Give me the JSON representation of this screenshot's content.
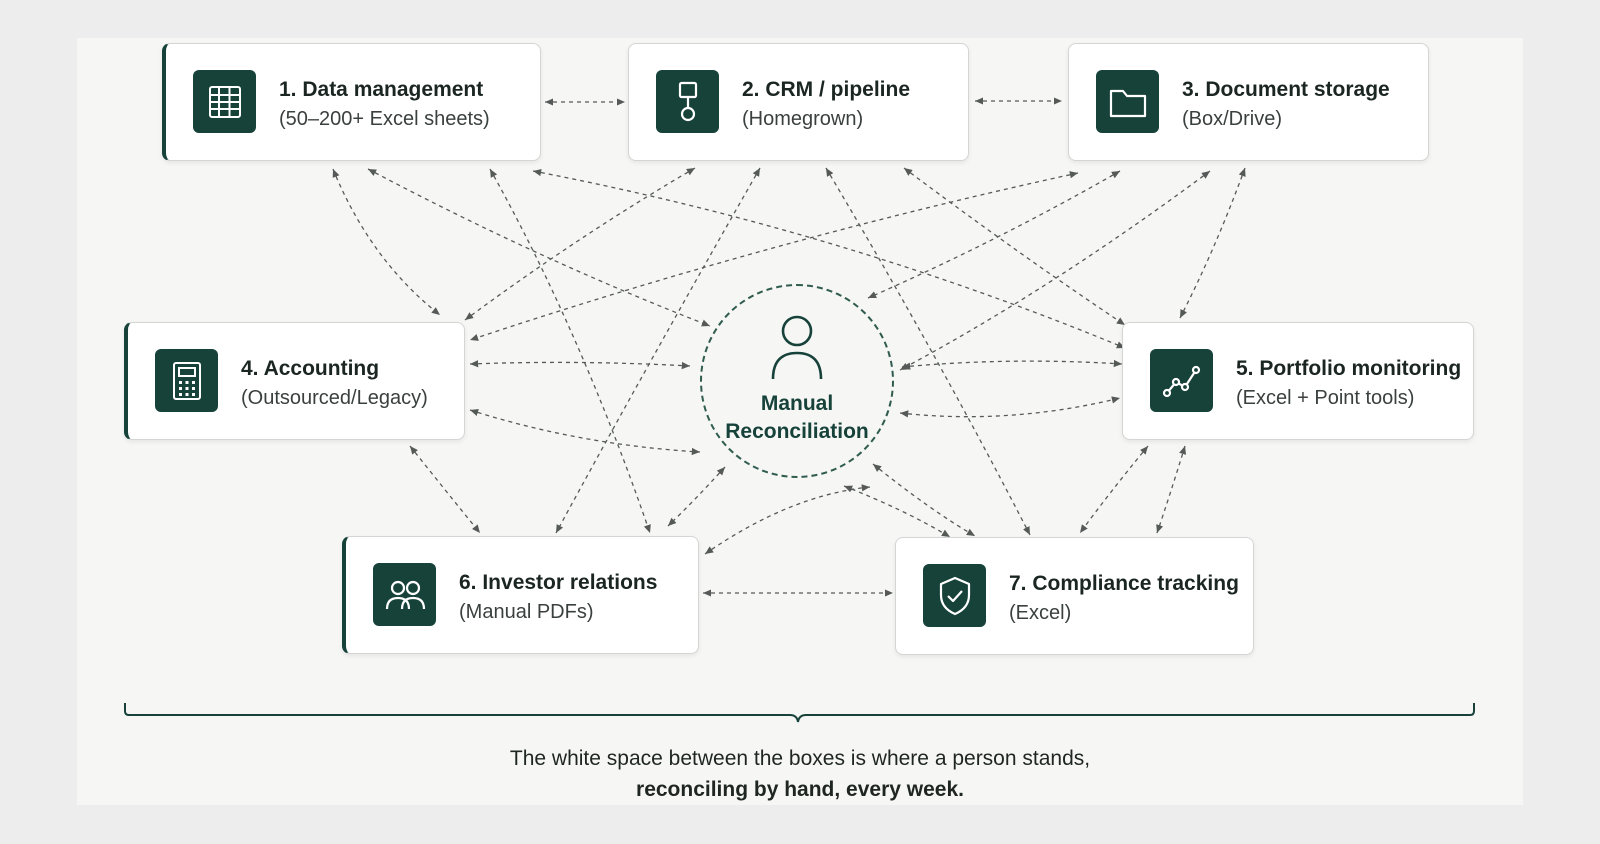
{
  "cards": [
    {
      "title": "1. Data management",
      "subtitle": "(50–200+ Excel sheets)",
      "icon": "spreadsheet-icon"
    },
    {
      "title": "2. CRM / pipeline",
      "subtitle": "(Homegrown)",
      "icon": "pipeline-node-icon"
    },
    {
      "title": "3. Document storage",
      "subtitle": "(Box/Drive)",
      "icon": "folder-icon"
    },
    {
      "title": "4. Accounting",
      "subtitle": "(Outsourced/Legacy)",
      "icon": "calculator-icon"
    },
    {
      "title": "5. Portfolio monitoring",
      "subtitle": "(Excel + Point tools)",
      "icon": "line-chart-icon"
    },
    {
      "title": "6. Investor relations",
      "subtitle": "(Manual PDFs)",
      "icon": "people-icon"
    },
    {
      "title": "7. Compliance tracking",
      "subtitle": "(Excel)",
      "icon": "shield-check-icon"
    }
  ],
  "center": {
    "line1": "Manual",
    "line2": "Reconciliation",
    "icon": "person-icon"
  },
  "caption": {
    "line1": "The white space between the boxes is where a person stands,",
    "line2": "reconciling by hand, every week."
  },
  "colors": {
    "accent": "#17423a",
    "connector": "#555a58"
  }
}
